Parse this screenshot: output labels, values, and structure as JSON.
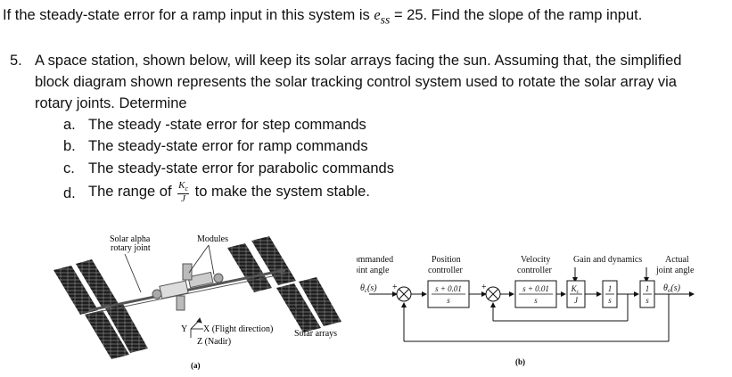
{
  "intro": {
    "before": "If the steady-state error for a ramp input in this system is ",
    "ess_symbol": "e",
    "ess_sub": "ss",
    "after": " = 25. Find the slope of the ramp input."
  },
  "question": {
    "number": "5.",
    "lines": [
      "A space station, shown below, will keep its solar arrays facing the sun. Assuming that, the simplified",
      "block diagram shown represents the solar tracking control system used to rotate the solar array via",
      "rotary joints. Determine"
    ],
    "items": [
      {
        "marker": "a.",
        "text": "The steady -state error for step commands"
      },
      {
        "marker": "b.",
        "text": "The steady-state error for ramp commands"
      },
      {
        "marker": "c.",
        "text": "The steady-state error for parabolic commands"
      },
      {
        "marker": "d.",
        "text_before": "The range of ",
        "frac_num": "K",
        "frac_num_sub": "c",
        "frac_den": "J",
        "text_after": " to make the system stable."
      }
    ]
  },
  "figure_a": {
    "label_solar_alpha": "Solar alpha",
    "label_rotary_joint": "rotary joint",
    "label_modules": "Modules",
    "axis_y": "Y",
    "axis_x": "X (Flight direction)",
    "axis_z": "Z (Nadir)",
    "label_solar_arrays": "Solar arrays",
    "caption": "(a)"
  },
  "figure_b": {
    "commanded_1": "Commanded",
    "commanded_2": "joint angle",
    "theta_c": "θ",
    "theta_c_sub": "c",
    "theta_c_arg": "(s)",
    "plus_sign": "+",
    "position_1": "Position",
    "position_2": "controller",
    "position_num": "s + 0.01",
    "position_den": "s",
    "velocity_1": "Velocity",
    "velocity_2": "controller",
    "velocity_num": "s + 0.01",
    "velocity_den": "s",
    "gain_label": "Gain and dynamics",
    "gain_num": "K",
    "gain_num_sub": "c",
    "gain_den": "J",
    "integrator_num": "1",
    "integrator_den": "s",
    "actual_1": "Actual",
    "actual_2": "joint angle",
    "theta_o": "θ",
    "theta_o_sub": "o",
    "theta_o_arg": "(s)",
    "caption": "(b)"
  },
  "colors": {
    "text": "#111111",
    "array": "#1e1e1e",
    "truss": "#555555"
  }
}
